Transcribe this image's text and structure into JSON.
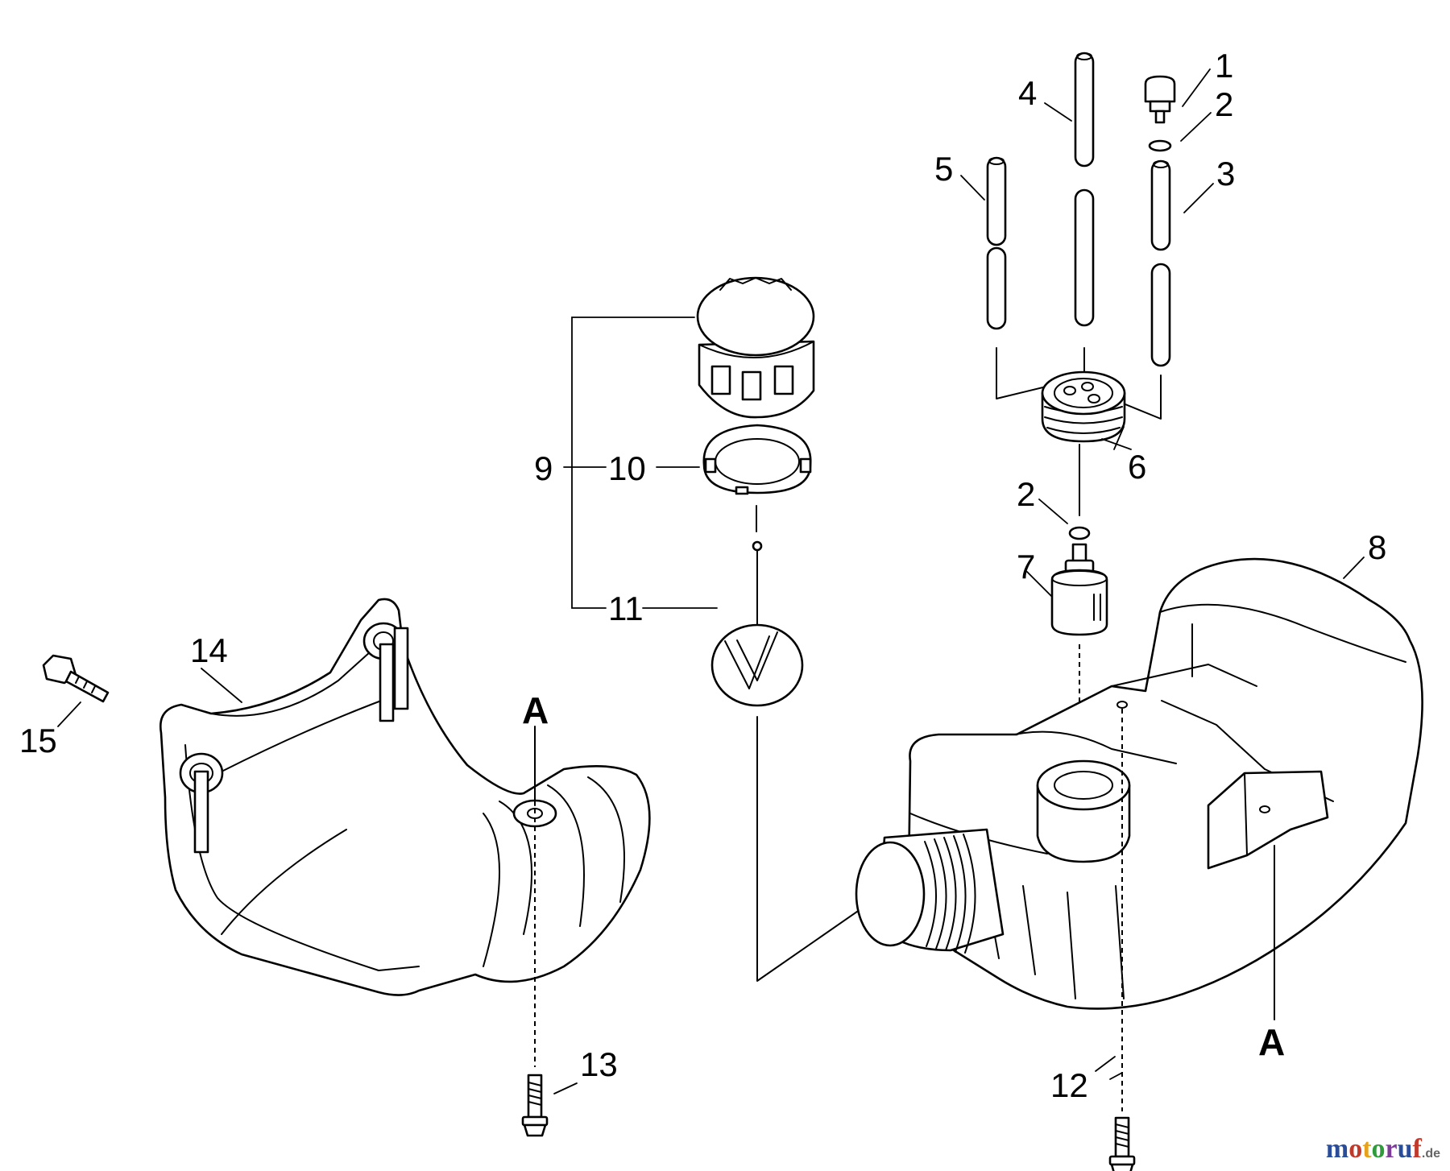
{
  "diagram": {
    "part_numbers": [
      "1",
      "2",
      "3",
      "4",
      "5",
      "6",
      "7",
      "8",
      "9",
      "10",
      "11",
      "12",
      "13",
      "14",
      "15"
    ],
    "second_label_2": "2",
    "reference_mark": "A"
  },
  "watermark": {
    "letters": [
      "m",
      "o",
      "t",
      "o",
      "r",
      "u",
      "f"
    ],
    "domain": ".de"
  }
}
